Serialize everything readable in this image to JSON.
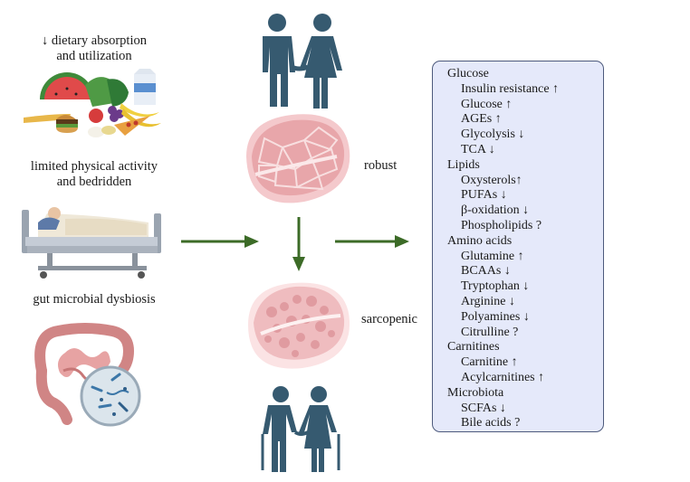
{
  "left_factors": [
    {
      "line1": "↓ dietary  absorption",
      "line2": "and utilization"
    },
    {
      "line1": "limited physical activity",
      "line2": "and bedridden"
    },
    {
      "line1": "gut microbial dysbiosis",
      "line2": ""
    }
  ],
  "states": {
    "robust": "robust",
    "sarcopenic": "sarcopenic"
  },
  "colors": {
    "figure": "#365a70",
    "arrow": "#3c6b27",
    "muscle": "#e8a6aa",
    "muscle_light": "#f4c9cc",
    "panel_bg": "#e5e9fa",
    "panel_border": "#4d5a7c"
  },
  "icons": [
    "food-icon",
    "hospital-bed-icon",
    "intestine-icon",
    "young-couple-icon",
    "robust-muscle-icon",
    "sarcopenic-muscle-icon",
    "elderly-couple-icon"
  ],
  "markers": [
    {
      "category": "Glucose",
      "items": [
        "Insulin resistance ↑",
        "Glucose ↑",
        "AGEs ↑",
        "Glycolysis ↓",
        "TCA ↓"
      ]
    },
    {
      "category": "Lipids",
      "items": [
        "Oxysterols↑",
        "PUFAs ↓",
        "β-oxidation ↓",
        "Phospholipids ?"
      ]
    },
    {
      "category": "Amino acids",
      "items": [
        "Glutamine ↑",
        "BCAAs ↓",
        "Tryptophan ↓",
        "Arginine ↓",
        "Polyamines ↓",
        "Citrulline ?"
      ]
    },
    {
      "category": "Carnitines",
      "items": [
        "Carnitine ↑",
        "Acylcarnitines ↑"
      ]
    },
    {
      "category": "Microbiota",
      "items": [
        "SCFAs ↓",
        "Bile acids ?"
      ]
    }
  ]
}
